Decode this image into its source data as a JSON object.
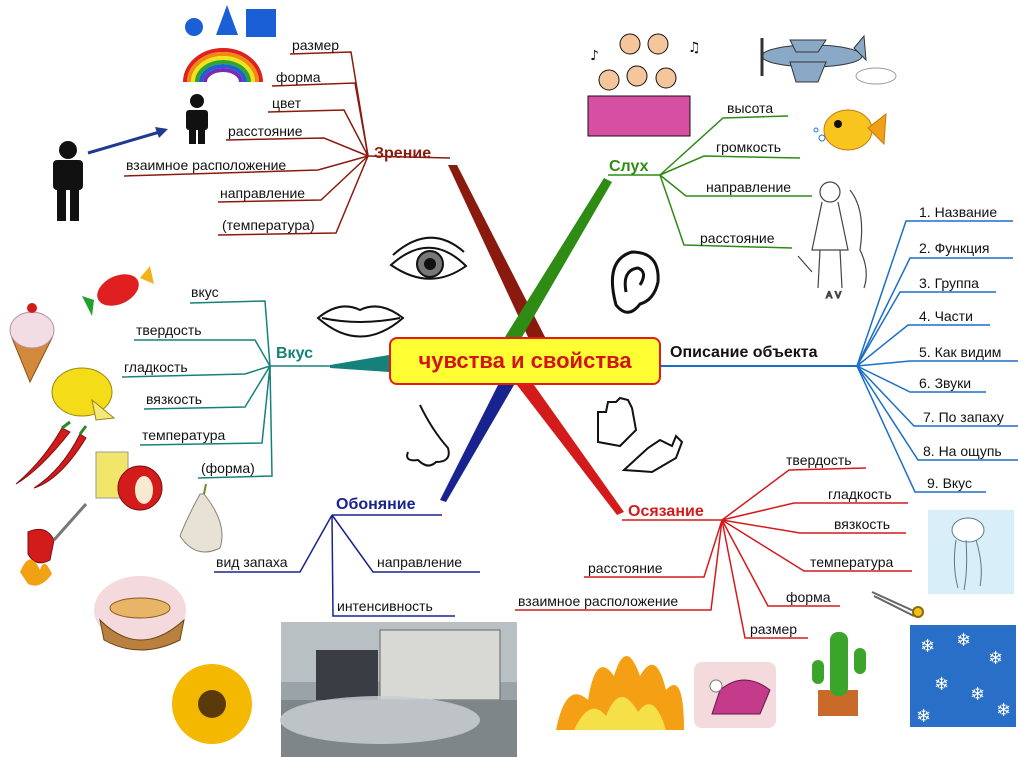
{
  "center": {
    "title": "чувства и свойства"
  },
  "colors": {
    "vision": "#8b1a0e",
    "hearing": "#2e8b14",
    "taste": "#16807a",
    "smell": "#18238f",
    "touch": "#d41b1b",
    "description": "#1c6fc7",
    "center_fill": "#ffff33",
    "center_text": "#d41414"
  },
  "branches": {
    "vision": {
      "title": "Зрение",
      "items": [
        "размер",
        "форма",
        "цвет",
        "расстояние",
        "взаимное расположение",
        "направление",
        "(температура)"
      ]
    },
    "hearing": {
      "title": "Слух",
      "items": [
        "высота",
        "громкость",
        "направление",
        "расстояние"
      ]
    },
    "taste": {
      "title": "Вкус",
      "items": [
        "вкус",
        "твердость",
        "гладкость",
        "вязкость",
        "температура",
        "(форма)"
      ]
    },
    "smell": {
      "title": "Обоняние",
      "items": [
        "вид запаха",
        "направление",
        "интенсивность"
      ]
    },
    "touch": {
      "title": "Осязание",
      "items": [
        "твердость",
        "гладкость",
        "вязкость",
        "температура",
        "форма",
        "размер",
        "расстояние",
        "взаимное расположение"
      ]
    },
    "description": {
      "title": "Описание объекта",
      "items": [
        "1. Название",
        "2. Функция",
        "3. Группа",
        "4. Части",
        "5. Как видим",
        "6. Звуки",
        "7. По запаху",
        "8. На ощупь",
        "9. Вкус"
      ]
    }
  },
  "drawing_caption": "A V",
  "illustrations": [
    "shapes-icon",
    "rainbow-icon",
    "person-icon",
    "eye-icon",
    "lips-icon",
    "nose-icon",
    "ear-icon",
    "hands-icon",
    "choir-icon",
    "airplane-icon",
    "fish-icon",
    "girl-drawing",
    "candy-icon",
    "ice-cream-icon",
    "lemon-icon",
    "chili-icon",
    "juice-apple-icon",
    "garlic-icon",
    "sausage-fire-icon",
    "bread-basket-icon",
    "flower-icon",
    "truck-photo",
    "fire-icon",
    "iron-icon",
    "cactus-icon",
    "pin-icon",
    "jellyfish-icon",
    "snowflakes-icon"
  ]
}
